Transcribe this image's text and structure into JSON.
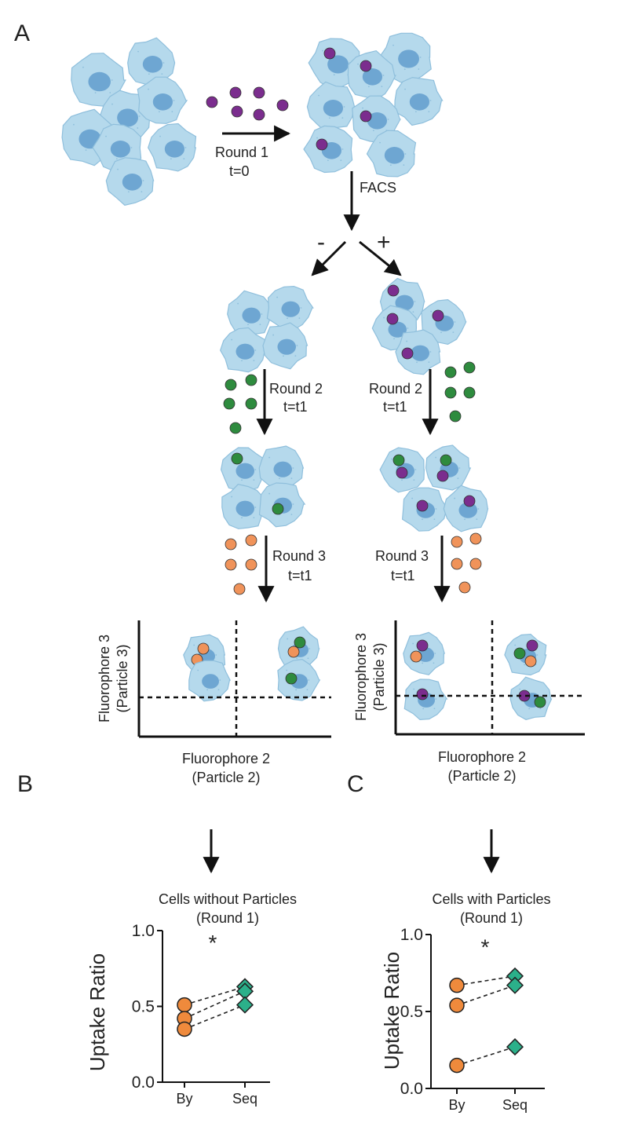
{
  "panel_labels": {
    "a": "A",
    "b": "B",
    "c": "C"
  },
  "round1": {
    "label": "Round 1",
    "time": "t=0"
  },
  "facs": {
    "label": "FACS",
    "neg": "-",
    "pos": "+"
  },
  "left_branch": {
    "round2": {
      "label": "Round 2",
      "time": "t=t1"
    },
    "round3": {
      "label": "Round 3",
      "time": "t=t1"
    }
  },
  "right_branch": {
    "round2": {
      "label": "Round 2",
      "time": "t=t1"
    },
    "round3": {
      "label": "Round 3",
      "time": "t=t1"
    }
  },
  "quadrant_left": {
    "ylabel_1": "Fluorophore 3",
    "ylabel_2": "(Particle 3)",
    "xlabel_1": "Fluorophore 2",
    "xlabel_2": "(Particle 2)"
  },
  "quadrant_right": {
    "ylabel_1": "Fluorophore 3",
    "ylabel_2": "(Particle 3)",
    "xlabel_1": "Fluorophore 2",
    "xlabel_2": "(Particle 2)"
  },
  "colors": {
    "cell": "#b5d9ec",
    "nucleus": "#6ea6d2",
    "particle1": "#7b2d8e",
    "particle2": "#2e8b3e",
    "particle3": "#f0935a",
    "by_marker": "#ef8a3c",
    "seq_marker": "#2bb08a"
  },
  "chart_data": [
    {
      "type": "scatter",
      "title": "Cells without Particles",
      "subtitle": "(Round 1)",
      "ylabel": "Uptake Ratio",
      "categories": [
        "By",
        "Seq"
      ],
      "yticks": [
        "0.0",
        "0.5",
        "1.0"
      ],
      "ylim": [
        0,
        1
      ],
      "significance": "*",
      "pairs": [
        [
          0.51,
          0.63
        ],
        [
          0.42,
          0.6
        ],
        [
          0.35,
          0.51
        ]
      ]
    },
    {
      "type": "scatter",
      "title": "Cells with Particles",
      "subtitle": "(Round 1)",
      "ylabel": "Uptake Ratio",
      "categories": [
        "By",
        "Seq"
      ],
      "yticks": [
        "0.0",
        "0.5",
        "1.0"
      ],
      "ylim": [
        0,
        1
      ],
      "significance": "*",
      "pairs": [
        [
          0.67,
          0.73
        ],
        [
          0.54,
          0.67
        ],
        [
          0.15,
          0.27
        ]
      ]
    }
  ]
}
